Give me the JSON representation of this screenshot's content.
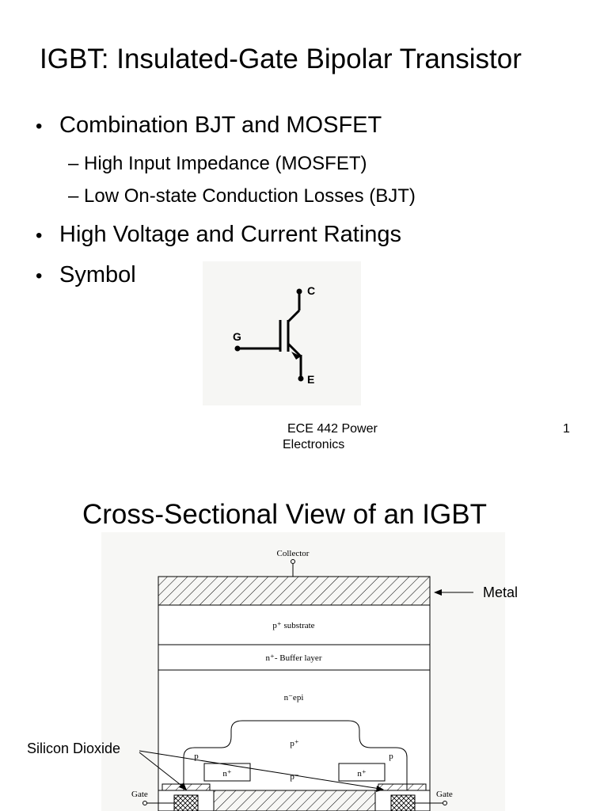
{
  "slide1": {
    "title": "IGBT: Insulated-Gate Bipolar Transistor",
    "bullets": [
      {
        "text": "Combination BJT and MOSFET"
      },
      {
        "text": "High Voltage and Current Ratings"
      },
      {
        "text": "Symbol"
      }
    ],
    "sub_bullets": [
      "High Input Impedance (MOSFET)",
      "Low On-state Conduction Losses (BJT)"
    ],
    "bullet_glyph": "•",
    "dash_glyph": "–",
    "symbol_labels": {
      "collector": "C",
      "gate": "G",
      "emitter": "E"
    },
    "footer": {
      "course_line1": "ECE 442 Power",
      "course_line2": "Electronics",
      "page": "1"
    }
  },
  "slide2": {
    "title": "Cross-Sectional View of an IGBT",
    "labels": {
      "collector": "Collector",
      "metal": "Metal",
      "p_substrate": "p⁺ substrate",
      "n_buffer": "n⁺- Buffer layer",
      "n_epi": "n⁻epi",
      "p_plus": "p⁺",
      "p_left": "p",
      "p_right": "p",
      "n_plus_left": "n⁺",
      "n_plus_right": "n⁺",
      "p_minus": "p⁻",
      "silicon_dioxide": "Silicon Dioxide",
      "gate_left": "Gate",
      "gate_right": "Gate"
    }
  }
}
